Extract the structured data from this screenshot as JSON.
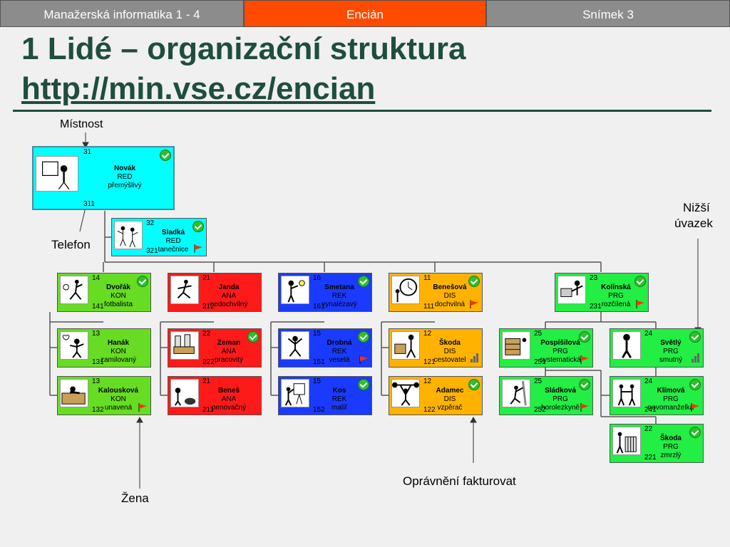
{
  "header": {
    "left": "Manažerská informatika 1 - 4",
    "center": "Encián",
    "right": "Snímek 3"
  },
  "title": {
    "line1": "1 Lidé – organizační struktura",
    "url": "http://min.vse.cz/encian"
  },
  "annotations": {
    "mistnost": "Místnost",
    "telefon": "Telefon",
    "nizsi1": "Nižší",
    "nizsi2": "úvazek",
    "opravneni": "Oprávnění fakturovat",
    "zena": "Žena"
  },
  "colors": {
    "cyan": "#00ffff",
    "green": "#66dd22",
    "red": "#ff1a1a",
    "blue": "#1a3bff",
    "orange": "#ffb300",
    "brightgreen": "#22ee44",
    "title": "#1f4d3f"
  },
  "cards": {
    "novak": {
      "room": "31",
      "name": "Novák",
      "dept": "RED",
      "trait": "přemýšlivý",
      "phone": "311"
    },
    "sladka": {
      "room": "32",
      "name": "Sladká",
      "dept": "RED",
      "trait": "tanečnice",
      "phone": "321"
    },
    "dvorak": {
      "room": "14",
      "name": "Dvořák",
      "dept": "KON",
      "trait": "fotbalista",
      "phone": "141"
    },
    "hanak": {
      "room": "13",
      "name": "Hanák",
      "dept": "KON",
      "trait": "zamilovaný",
      "phone": "131"
    },
    "kalouskova": {
      "room": "13",
      "name": "Kalousková",
      "dept": "KON",
      "trait": "unavená",
      "phone": "132"
    },
    "janda": {
      "room": "21",
      "name": "Janda",
      "dept": "ANA",
      "trait": "nedochvilný",
      "phone": "212"
    },
    "zeman": {
      "room": "22",
      "name": "Zeman",
      "dept": "ANA",
      "trait": "pracovitý",
      "phone": "222"
    },
    "benes": {
      "room": "21",
      "name": "Beneš",
      "dept": "ANA",
      "trait": "penovačný",
      "phone": "211"
    },
    "smetana": {
      "room": "16",
      "name": "Smetana",
      "dept": "REK",
      "trait": "vynalézavý",
      "phone": "161"
    },
    "drobna": {
      "room": "15",
      "name": "Drobná",
      "dept": "REK",
      "trait": "veselá",
      "phone": "151"
    },
    "kos": {
      "room": "15",
      "name": "Kos",
      "dept": "REK",
      "trait": "malíř",
      "phone": "152"
    },
    "benesova": {
      "room": "11",
      "name": "Benešová",
      "dept": "DIS",
      "trait": "dochvilná",
      "phone": "111"
    },
    "skoda1": {
      "room": "12",
      "name": "Škoda",
      "dept": "DIS",
      "trait": "cestovatel",
      "phone": "121"
    },
    "adamec": {
      "room": "12",
      "name": "Adamec",
      "dept": "DIS",
      "trait": "vzpěrač",
      "phone": "122"
    },
    "kolinska": {
      "room": "23",
      "name": "Kolínská",
      "dept": "PRG",
      "trait": "rozčílená",
      "phone": "231"
    },
    "pospisilova": {
      "room": "25",
      "name": "Pospíšilová",
      "dept": "PRG",
      "trait": "systematická",
      "phone": "251"
    },
    "sladkova": {
      "room": "25",
      "name": "Sládková",
      "dept": "PRG",
      "trait": "horolezkyně",
      "phone": "252"
    },
    "svetly": {
      "room": "24",
      "name": "Světlý",
      "dept": "PRG",
      "trait": "smutný",
      "phone": ""
    },
    "klimova": {
      "room": "24",
      "name": "Klímová",
      "dept": "PRG",
      "trait": "novomanželka",
      "phone": "241"
    },
    "skoda2": {
      "room": "22",
      "name": "Škoda",
      "dept": "PRG",
      "trait": "zmrzlý",
      "phone": "221"
    }
  }
}
